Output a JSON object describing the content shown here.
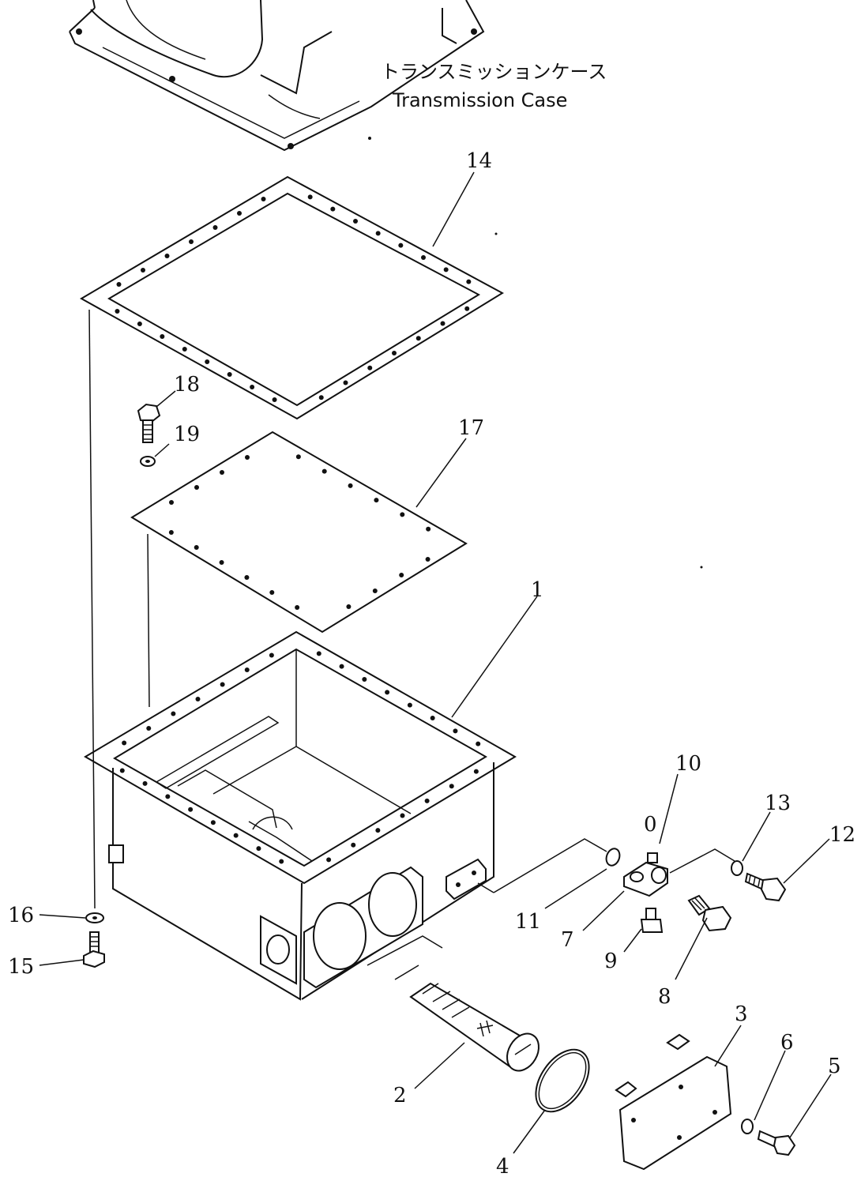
{
  "title": {
    "jp": "トランスミッションケース",
    "en": "Transmission Case"
  },
  "callouts": [
    "1",
    "2",
    "3",
    "4",
    "5",
    "6",
    "7",
    "8",
    "9",
    "10",
    "11",
    "12",
    "13",
    "14",
    "15",
    "16",
    "17",
    "18",
    "19"
  ],
  "unlabeled_mark": "0"
}
